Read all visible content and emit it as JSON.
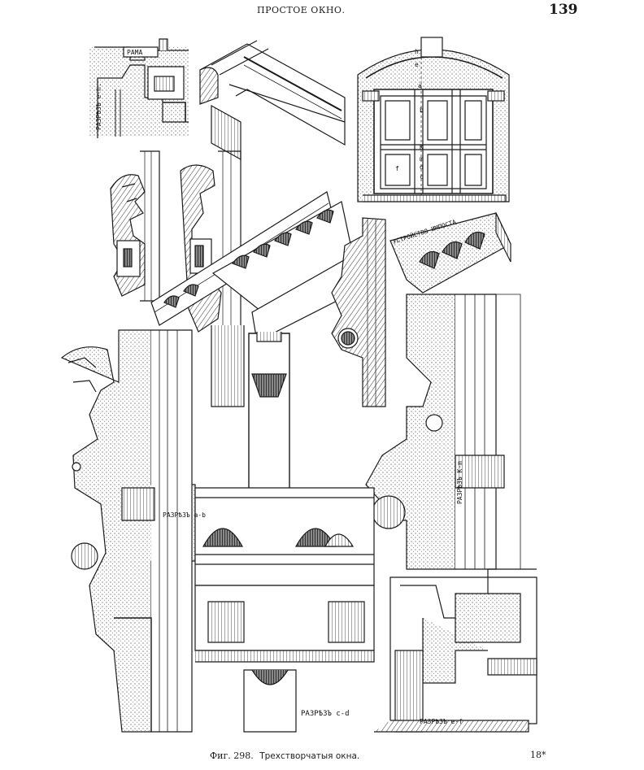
{
  "header": {
    "running_head": "ПРОСТОЕ ОКНО.",
    "page_number": "139"
  },
  "labels": {
    "frame": "РАМА",
    "section_e_h": "РАЗРѢЗЪ e-h.",
    "section_a_b": "РАЗРѢЗЪ a-b",
    "section_k_m": "РАЗРѢЗЪ K-m",
    "section_c_d": "РАЗРѢЗЪ c-d",
    "section_e_f": "РАЗРѢЗЪ e-f",
    "impost": "УСТРОЙСТВО ИМПОСТА",
    "letter_h": "h",
    "letter_e": "e",
    "letter_a": "a",
    "letter_b": "b",
    "letter_k": "K",
    "letter_m": "m",
    "letter_d": "d",
    "letter_c": "c",
    "letter_f": "f"
  },
  "caption": {
    "fig_num": "Фиг. 298.",
    "fig_title": "Трехстворчатыя окна."
  },
  "footer": {
    "signature": "18*"
  }
}
